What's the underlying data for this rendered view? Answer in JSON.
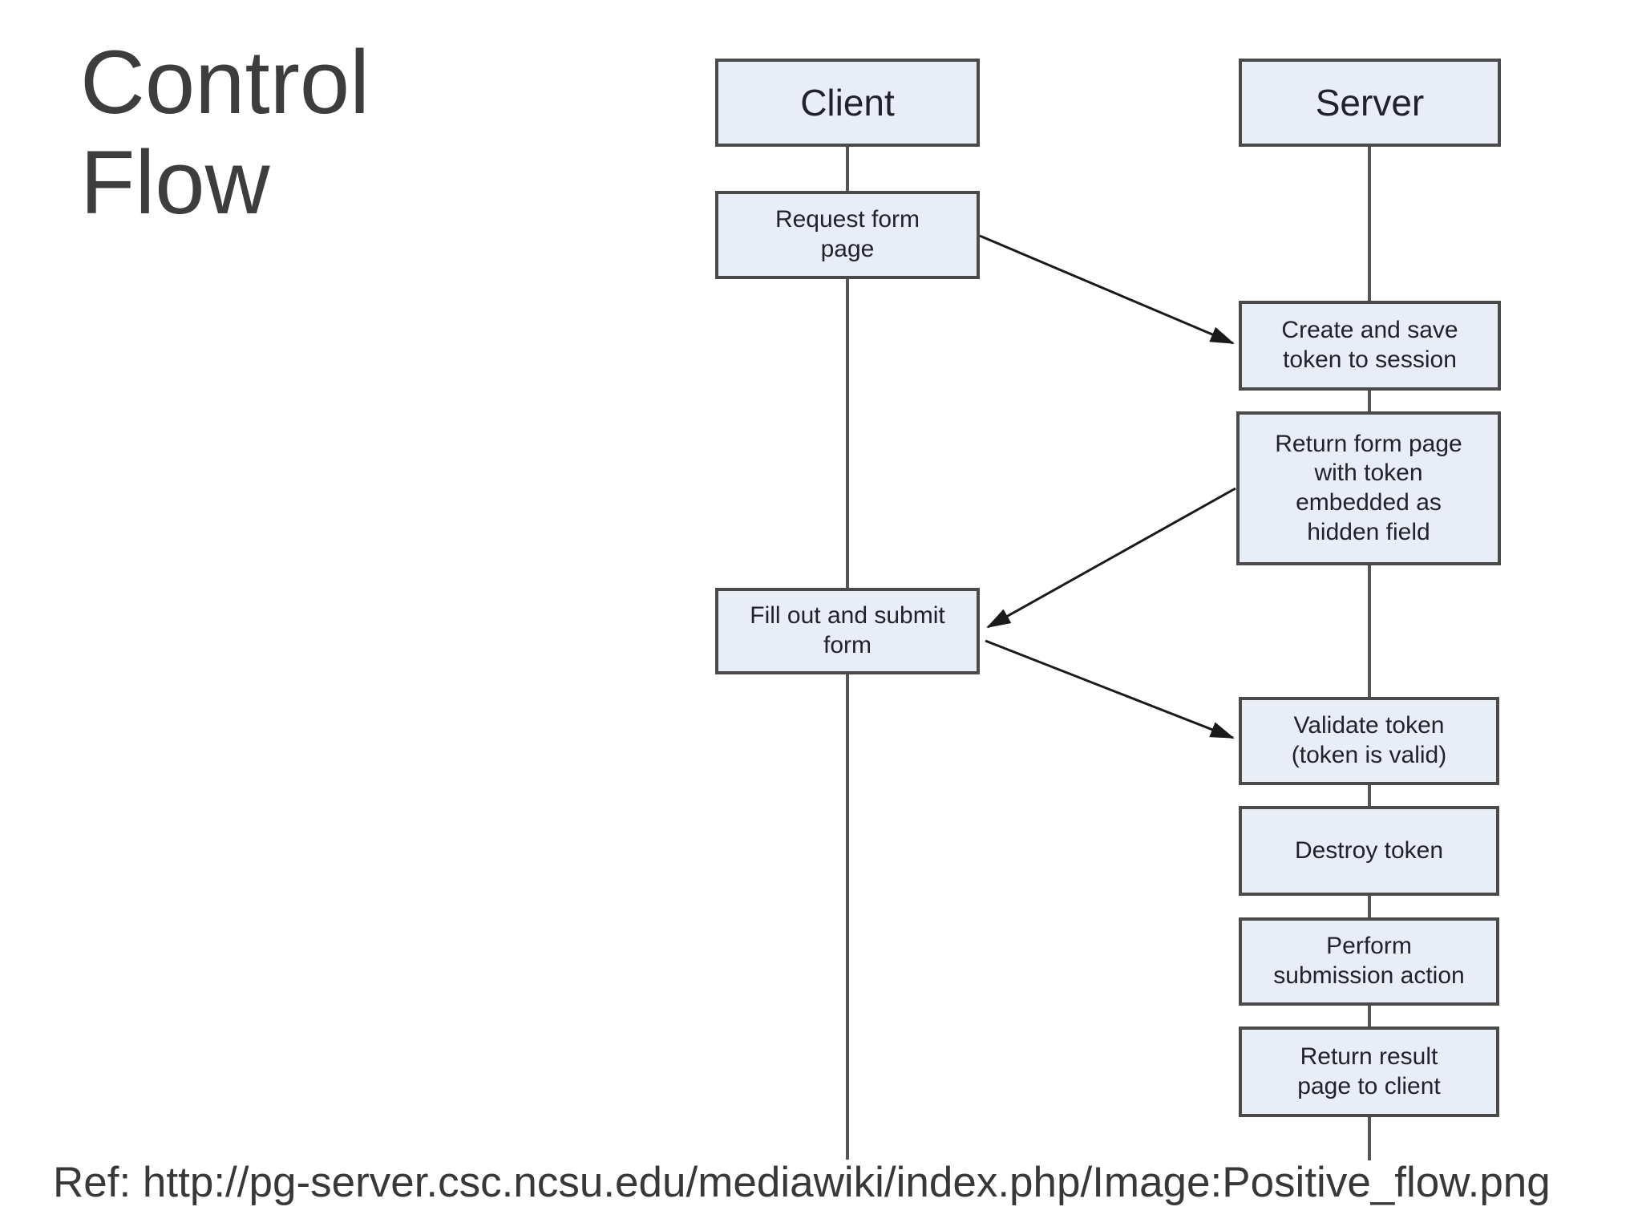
{
  "title": "Control\nFlow",
  "diagram": {
    "actors": {
      "client": "Client",
      "server": "Server"
    },
    "steps": {
      "request_form": "Request form\npage",
      "create_token": "Create and save\ntoken to session",
      "return_form": "Return form page\nwith token\nembedded as\nhidden field",
      "fill_submit": "Fill out and submit\nform",
      "validate_token": "Validate token\n(token is valid)",
      "destroy_token": "Destroy token",
      "perform_action": "Perform\nsubmission action",
      "return_result": "Return result\npage to client"
    },
    "connections": {
      "arrow_1": "Request form page -> Create and save token to session",
      "arrow_2": "Return form page -> Fill out and submit form",
      "arrow_3": "Fill out and submit form -> Validate token"
    }
  },
  "footer": {
    "ref": "Ref: http://pg-server.csc.ncsu.edu/mediawiki/index.php/Image:Positive_flow.png"
  },
  "colors": {
    "background": "#ffffff",
    "box_fill": "#e9edf6",
    "box_border": "#4a4a4a",
    "lifeline": "#565656",
    "arrow": "#1a1a1a",
    "title_text": "#3d3d3d",
    "box_text": "#22222c",
    "ref_text": "#383838"
  }
}
